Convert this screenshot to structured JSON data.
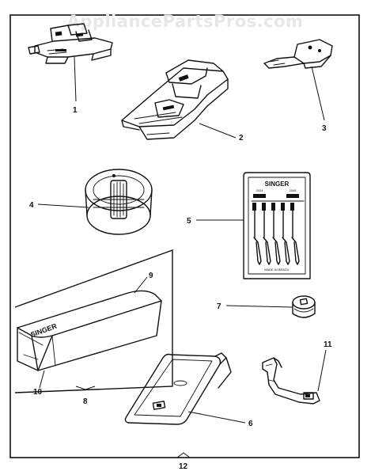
{
  "watermark": "AppliancePartsPros.com",
  "callouts": {
    "c1": "1",
    "c2": "2",
    "c3": "3",
    "c4": "4",
    "c5": "5",
    "c6": "6",
    "c7": "7",
    "c8": "8",
    "c9": "9",
    "c10": "10",
    "c11": "11",
    "c12": "12"
  },
  "needle_card": {
    "brand": "SINGER",
    "size_left": "2024",
    "size_right": "2045",
    "footer": "MADE IN BRAZIL"
  },
  "case_brand": "SINGER"
}
